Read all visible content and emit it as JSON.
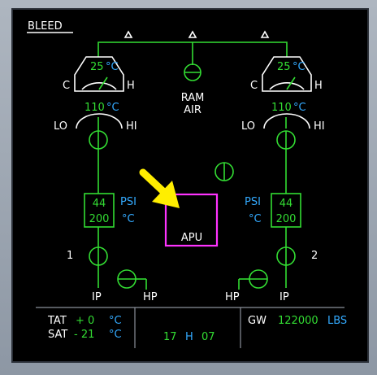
{
  "page": {
    "title": "BLEED"
  },
  "left": {
    "temp_value": "25",
    "temp_unit": "°C",
    "cold_label": "C",
    "hot_label": "H",
    "flow_value": "110",
    "flow_unit": "°C",
    "lo_label": "LO",
    "hi_label": "HI",
    "psi_value": "44",
    "temp2_value": "200",
    "engine_number": "1",
    "ip_label": "IP",
    "hp_label": "HP"
  },
  "right": {
    "temp_value": "25",
    "temp_unit": "°C",
    "cold_label": "C",
    "hot_label": "H",
    "flow_value": "110",
    "flow_unit": "°C",
    "lo_label": "LO",
    "hi_label": "HI",
    "psi_value": "44",
    "temp2_value": "200",
    "engine_number": "2",
    "ip_label": "IP",
    "hp_label": "HP"
  },
  "center": {
    "ram_air_line1": "RAM",
    "ram_air_line2": "AIR",
    "psi_unit_left": "PSI",
    "deg_unit_left": "°C",
    "psi_unit_right": "PSI",
    "deg_unit_right": "°C",
    "apu_label": "APU"
  },
  "status": {
    "tat_label": "TAT",
    "tat_value": "+ 0",
    "tat_unit": "°C",
    "sat_label": "SAT",
    "sat_value": "- 21",
    "sat_unit": "°C",
    "clock_hours": "17",
    "clock_h": "H",
    "clock_minutes": "07",
    "gw_label": "GW",
    "gw_value": "122000",
    "gw_unit": "LBS"
  },
  "colors": {
    "line_green": "#33dd33",
    "cyan": "#33aaff",
    "magenta": "#ff33ff",
    "yellow_arrow": "#ffee00"
  }
}
